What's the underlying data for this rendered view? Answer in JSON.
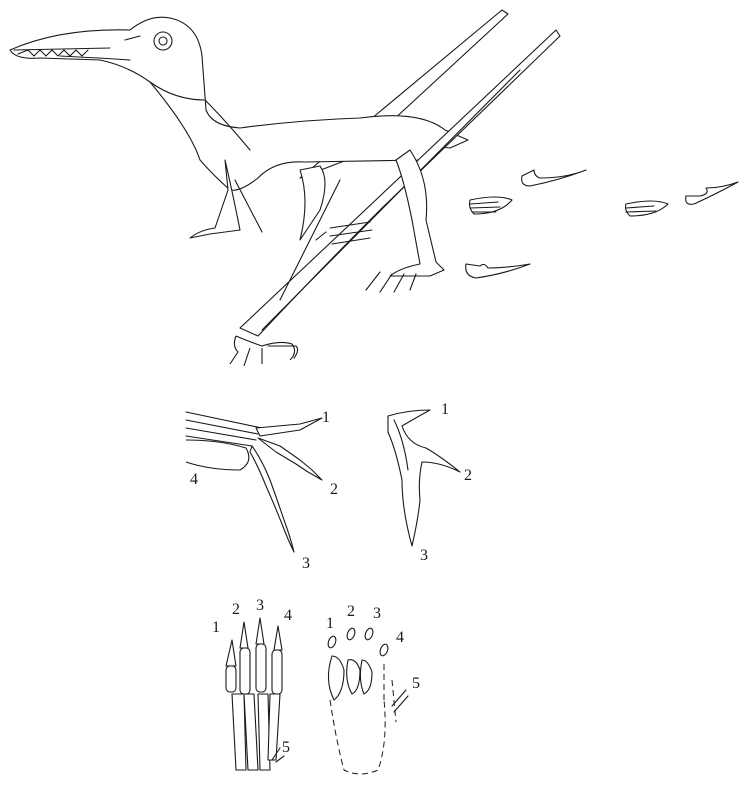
{
  "manus_labels": {
    "d1": "1",
    "d2": "2",
    "d3": "3",
    "d4": "4"
  },
  "manus_track_labels": {
    "d1": "1",
    "d2": "2",
    "d3": "3"
  },
  "pes_labels": {
    "d1": "1",
    "d2": "2",
    "d3": "3",
    "d4": "4",
    "d5": "5"
  },
  "pes_track_labels": {
    "d1": "1",
    "d2": "2",
    "d3": "3",
    "d4": "4",
    "d5": "5"
  }
}
